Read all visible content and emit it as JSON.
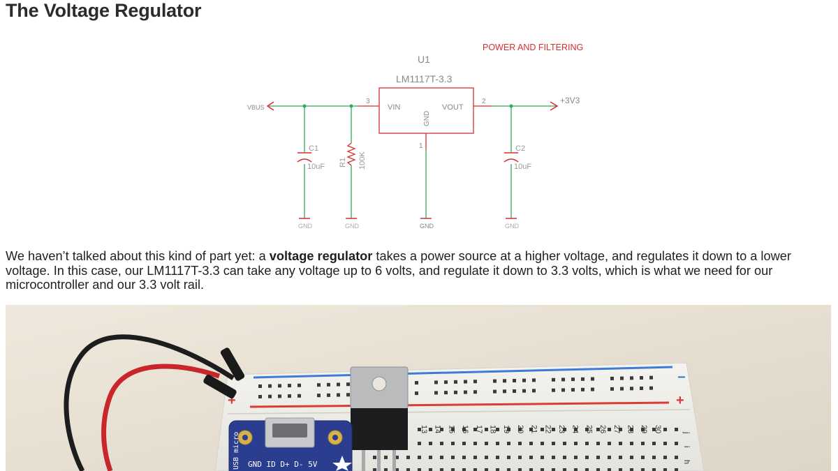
{
  "page": {
    "title": "The Voltage Regulator"
  },
  "schematic": {
    "sheet_label": "POWER AND FILTERING",
    "regulator": {
      "ref": "U1",
      "part": "LM1117T-3.3",
      "pin_vin": "VIN",
      "pin_vout": "VOUT",
      "pin_gnd": "GND",
      "pin_num_in": "3",
      "pin_num_out": "2",
      "pin_num_gnd": "1"
    },
    "net_in": "VBUS",
    "net_out": "+3V3",
    "c1": {
      "ref": "C1",
      "value": "10uF"
    },
    "r1": {
      "ref": "R1",
      "value": "100K"
    },
    "c2": {
      "ref": "C2",
      "value": "10uF"
    },
    "gnd_label": "GND",
    "colors": {
      "part": "#d32f2f",
      "wire": "#36a85c",
      "text": "#888888"
    }
  },
  "paragraph": {
    "before": "We haven’t talked about this kind of part yet: a ",
    "bold": "voltage regulator",
    "after": " takes a power source at a higher voltage, and regulates it down to a lower voltage. In this case, our LM1117T-3.3 can take any voltage up to 6 volts, and regulate it down to 3.3 volts, which is what we need for our microcontroller and our 3.3 volt rail."
  },
  "photo": {
    "rail_plus": "+",
    "rail_minus": "−",
    "column_numbers": [
      "13",
      "14",
      "15",
      "16",
      "17",
      "18",
      "19",
      "20",
      "21",
      "22",
      "23",
      "24",
      "25",
      "26",
      "27",
      "28",
      "29",
      "30"
    ],
    "usb_silk_vertical": "USB micro",
    "usb_silk_pins": "GND ID D+ D- 5V",
    "row_letters": [
      "j",
      "i",
      "h"
    ]
  }
}
